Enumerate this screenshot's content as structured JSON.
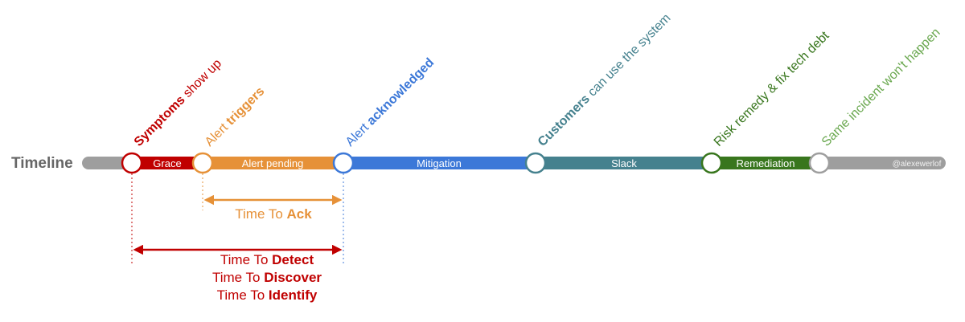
{
  "timeline_label": "Timeline",
  "watermark": "@alexewerlof",
  "colors": {
    "gray": "#9e9e9e",
    "grace": "#c00000",
    "pending": "#e69138",
    "mitigation": "#3c78d8",
    "slack": "#45818e",
    "remediation": "#38761d",
    "remediation_label": "#6aa84f"
  },
  "segments": [
    {
      "label": "Grace"
    },
    {
      "label": "Alert pending"
    },
    {
      "label": "Mitigation"
    },
    {
      "label": "Slack"
    },
    {
      "label": "Remediation"
    }
  ],
  "milestones": [
    {
      "normal_before": "",
      "bold": "Symptoms",
      "normal_after": " show up",
      "icon": "circle-marker-icon"
    },
    {
      "normal_before": "Alert ",
      "bold": "triggers",
      "normal_after": "",
      "icon": "circle-marker-icon"
    },
    {
      "normal_before": "Alert ",
      "bold": "acknowledged",
      "normal_after": "",
      "icon": "circle-marker-icon"
    },
    {
      "normal_before": "",
      "bold": "Customers",
      "normal_after": " can use the system",
      "icon": "circle-marker-icon"
    },
    {
      "normal_before": "Risk remedy & fix tech debt",
      "bold": "",
      "normal_after": "",
      "icon": "circle-marker-icon"
    },
    {
      "normal_before": "Same incident won't happen",
      "bold": "",
      "normal_after": "",
      "icon": "circle-marker-icon"
    }
  ],
  "spans": {
    "ack": {
      "prefix": "Time To ",
      "bold": "Ack"
    },
    "detect": [
      {
        "prefix": "Time To ",
        "bold": "Detect"
      },
      {
        "prefix": "Time To ",
        "bold": "Discover"
      },
      {
        "prefix": "Time To ",
        "bold": "Identify"
      }
    ]
  }
}
